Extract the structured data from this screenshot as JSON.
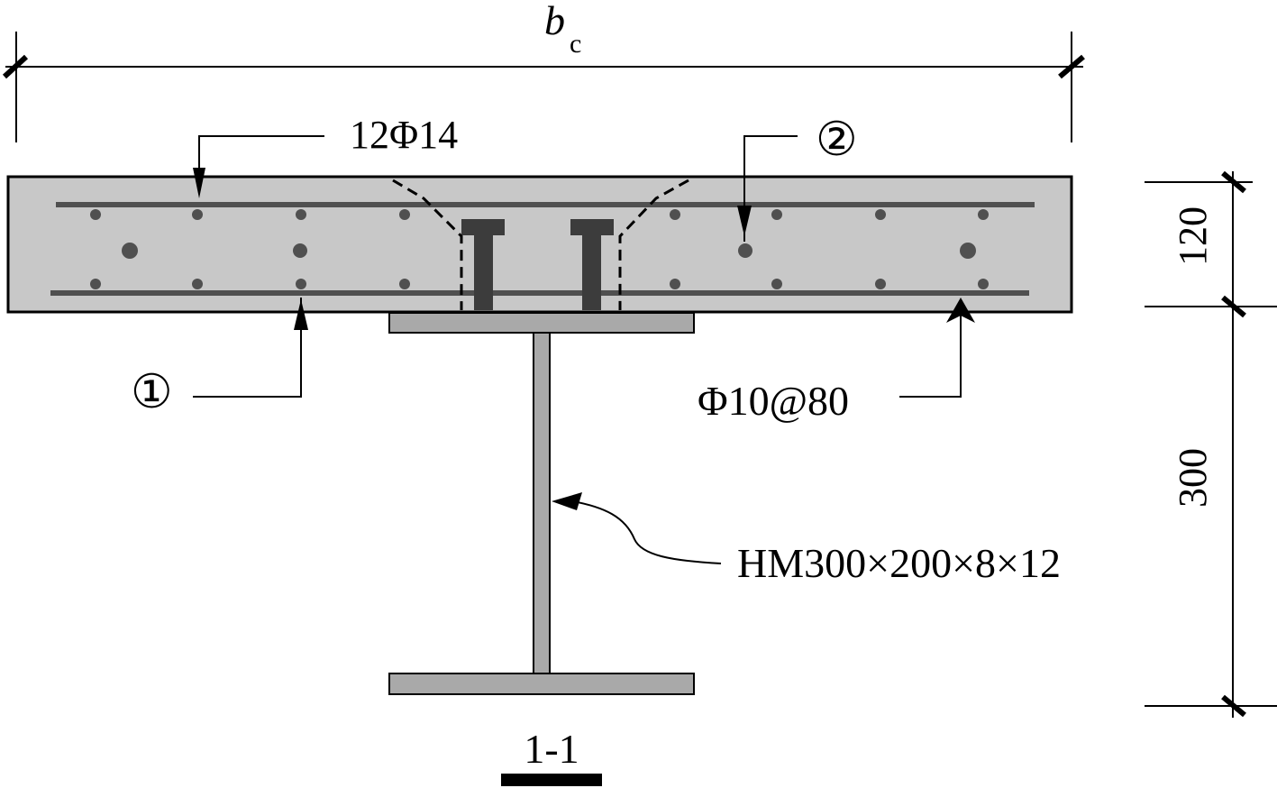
{
  "dimensions": {
    "width_label_main": "b",
    "width_label_sub": "c",
    "slab_depth": "120",
    "steel_depth": "300"
  },
  "labels": {
    "top_rebar": "12Φ14",
    "bottom_rebar": "Φ10@80",
    "bar_mark_1": "①",
    "bar_mark_2": "②",
    "steel_section": "HM300×200×8×12",
    "section_title": "1-1"
  },
  "colors": {
    "slab_fill": "#c8c8c8",
    "steel_fill": "#a9a9a9",
    "stud_fill": "#3c3c3c",
    "rebar": "#505050",
    "line": "#000000"
  }
}
